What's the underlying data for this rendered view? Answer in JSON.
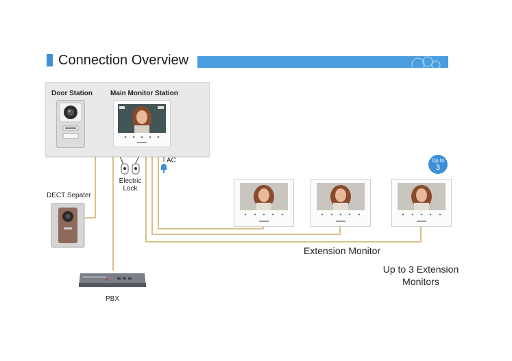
{
  "header": {
    "title": "Connection Overview"
  },
  "labels": {
    "door_station": "Door Station",
    "main_monitor_station": "Main Monitor Station",
    "ac": "AC",
    "electric_lock": "Electric\nLock",
    "dect_repeater": "DECT Sepater",
    "pbx": "PBX",
    "extension_monitor": "Extension Monitor",
    "up_to_3": "Up to 3 Extension\nMonitors",
    "badge_top": "Up to",
    "badge_num": "3"
  },
  "colors": {
    "accent": "#3d8fd6",
    "wire": "#d8c08a",
    "panel": "#e9e9e9"
  },
  "icons": [
    "door-camera-icon",
    "monitor-icon",
    "key-fob-icon",
    "power-plug-icon",
    "repeater-icon",
    "pbx-icon"
  ]
}
